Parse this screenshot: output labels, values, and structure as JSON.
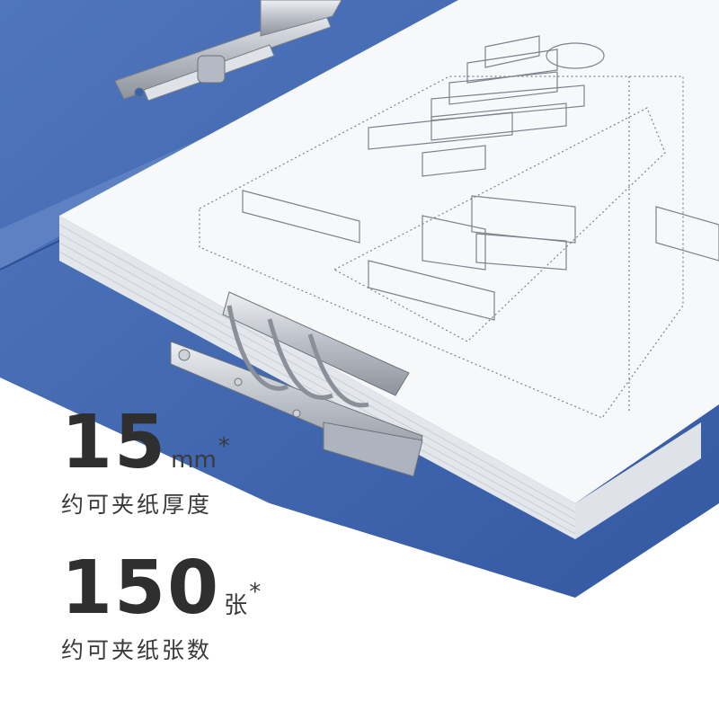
{
  "colors": {
    "folder_blue": "#3a63ad",
    "folder_blue_light": "#5b7fc0",
    "paper": "#f7f8fa",
    "metal": "#c9cdd3",
    "text_dark": "#2f2f2f"
  },
  "specs": {
    "thickness": {
      "value": "15",
      "unit": "mm",
      "asterisk": "*",
      "caption": "约可夹纸厚度"
    },
    "count": {
      "value": "150",
      "unit": "张",
      "asterisk": "*",
      "caption": "约可夹纸张数"
    }
  }
}
